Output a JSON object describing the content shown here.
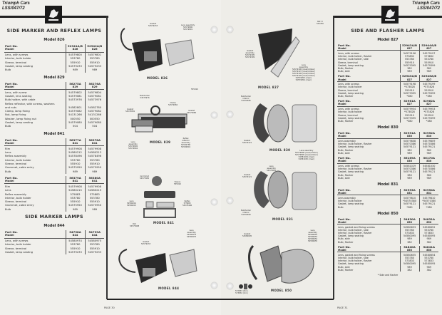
{
  "header": {
    "brand": "Triumph Cars",
    "code": "LSS/047/72"
  },
  "left": {
    "page": "PAGE 30",
    "blocks": [
      {
        "section": "SIDE MARKER AND REFLEX LAMPS"
      },
      {
        "model": "Model 826",
        "labels": [
          "Part No.",
          "Model"
        ],
        "cols": [
          [
            "52941A/B",
            "826"
          ],
          [
            "52942A/B",
            "826"
          ]
        ],
        "rows": [
          [
            "Lens, with screws",
            "54579800",
            "54579801"
          ],
          [
            "Interior, bulb holder",
            "553780",
            "553780"
          ],
          [
            "Sleeve, terminal",
            "555910",
            "555910"
          ],
          [
            "Gasket, lamp seating",
            "54579233",
            "54579233"
          ],
          [
            "Bulb",
            "989",
            "989"
          ]
        ]
      },
      {
        "model": "Model 829",
        "labels": [
          "Part No.",
          "Model"
        ],
        "cols": [
          [
            "56275A",
            "829"
          ],
          [
            "56276A",
            "829"
          ]
        ],
        "rows": [
          [
            "Lens, with screw",
            "54579802",
            "54579804"
          ],
          [
            "Gasket, lens seating",
            "54579081",
            "54579081"
          ],
          [
            "Bulb holder, with cable",
            "54573976",
            "54573976"
          ],
          [
            "Reflex reflector, with screws, washers",
            "",
            ""
          ],
          [
            "  and nuts",
            "54582801",
            "54582780"
          ],
          [
            "Clamp, lamp fixing",
            "54579082",
            "54579082"
          ],
          [
            "Nut, lamp fixing",
            "54131266",
            "54131266"
          ],
          [
            "Washer, lamp fixing nut",
            "000550",
            "000550"
          ],
          [
            "Gasket, lamp seating",
            "54579080",
            "54579080"
          ],
          [
            "Bulb",
            "504",
            "504"
          ]
        ]
      },
      {
        "model": "Model 841",
        "labels": [
          "Part No.",
          "Model"
        ],
        "cols": [
          [
            "56377A",
            "841"
          ],
          [
            "56378A",
            "841"
          ]
        ],
        "rows": [
          [
            "Rim",
            "54579908",
            "54579908"
          ],
          [
            "Lens",
            "54580212",
            "54580213"
          ],
          [
            "Reflex assembly",
            "54578496",
            "54578496"
          ],
          [
            "Interior, bulb holder",
            "553780",
            "553780"
          ],
          [
            "Sleeve, terminal",
            "555910",
            "555910"
          ],
          [
            "Grommet, cable entry",
            "54575950",
            "54575950"
          ],
          [
            "Bulb",
            "989",
            "989"
          ]
        ]
      },
      {
        "labels": [
          "Part No.",
          "Model"
        ],
        "cols": [
          [
            "56379A",
            "841"
          ],
          [
            "56380A",
            "841"
          ]
        ],
        "rows": [
          [
            "Rim",
            "54579908",
            "54579908"
          ],
          [
            "Lens",
            "54580215",
            "54580215"
          ],
          [
            "Reflex assembly",
            "575883",
            "575883"
          ],
          [
            "Interior, bulb holder",
            "553780",
            "553780"
          ],
          [
            "Sleeve, terminal",
            "555910",
            "555910"
          ],
          [
            "Grommet, cable entry",
            "54575950",
            "54575950"
          ],
          [
            "Bulb",
            "989",
            "989"
          ]
        ]
      },
      {
        "section": "SIDE MARKER LAMPS"
      },
      {
        "model": "Model 844",
        "labels": [
          "Part No.",
          "Model"
        ],
        "cols": [
          [
            "54798A",
            "844"
          ],
          [
            "54799A",
            "844"
          ]
        ],
        "rows": [
          [
            "Lens, with screws",
            "54580974",
            "54580975"
          ],
          [
            "Interior, bulb holder",
            "553780",
            "553780"
          ],
          [
            "Sleeve, terminal",
            "555910",
            "555910"
          ],
          [
            "Gasket, lamp seating",
            "54579233",
            "54579233"
          ]
        ]
      }
    ]
  },
  "right": {
    "page": "PAGE 31",
    "footnote": "* Side and flasher",
    "blocks": [
      {
        "section": "SIDE AND FLASHER LAMPS"
      },
      {
        "model": "Model 827",
        "labels": [
          "Part No.",
          "Model"
        ],
        "cols": [
          [
            "52943A/B",
            "827"
          ],
          [
            "52944A/B",
            "827"
          ]
        ],
        "rows": [
          [
            "Lens, with screws",
            "54579196",
            "54579197"
          ],
          [
            "Interior, bulb holder, flasher",
            "573832",
            "573832"
          ],
          [
            "Interior, bulb holder, side",
            "553780",
            "553780"
          ],
          [
            "Sleeve, terminal",
            "555910",
            "555910"
          ],
          [
            "Gasket, lamp seating",
            "54579395",
            "54579399"
          ],
          [
            "Bulb, flasher",
            "382",
            "382"
          ],
          [
            "Bulb, side",
            "989",
            "989"
          ]
        ]
      },
      {
        "labels": [
          "Part No.",
          "Model"
        ],
        "cols": [
          [
            "52945A/B",
            "827"
          ],
          [
            "52946A/B",
            "827"
          ]
        ],
        "rows": [
          [
            "Lens, with screws",
            "54579198",
            "54579199"
          ],
          [
            "Interior, bulb holder",
            "*573828",
            "*573828"
          ],
          [
            "Sleeve, terminal",
            "555910",
            "555910"
          ],
          [
            "Gasket, lamp seating",
            "54579395",
            "54579399"
          ],
          [
            "Bulb, flasher",
            "*380",
            "*380"
          ]
        ]
      },
      {
        "labels": [
          "Part No.",
          "Model"
        ],
        "cols": [
          [
            "52961A",
            "827"
          ],
          [
            "52962A",
            "827"
          ]
        ],
        "rows": [
          [
            "Lens, with screws",
            "54579954",
            "54579953"
          ],
          [
            "Interior, bulb holder",
            "*573828",
            "*573828"
          ],
          [
            "Sleeve, terminal",
            "555910",
            "555910"
          ],
          [
            "Gasket, lamp seating",
            "54579395",
            "54579399"
          ],
          [
            "Bulb, flasher",
            "*380",
            "*380"
          ]
        ]
      },
      {
        "model": "Model 830",
        "labels": [
          "Part No.",
          "Model"
        ],
        "cols": [
          [
            "52951A",
            "830"
          ],
          [
            "52952A",
            "830"
          ]
        ],
        "rows": [
          [
            "Lens assembly",
            "54579808",
            "54579809"
          ],
          [
            "Interior, bulb holder, flasher",
            "54570386",
            "54570386"
          ],
          [
            "Gasket, lamp seating",
            "54579121",
            "54579121"
          ],
          [
            "Bulb, flasher",
            "382",
            "382"
          ],
          [
            "Bulb, side",
            "989",
            "989"
          ]
        ]
      },
      {
        "labels": [
          "Part No.",
          "Model"
        ],
        "cols": [
          [
            "56169A",
            "830"
          ],
          [
            "56170A",
            "830"
          ]
        ],
        "rows": [
          [
            "Lens, with screws",
            "54581029",
            "54581030"
          ],
          [
            "Interior, bulb holder, flasher",
            "54570386",
            "54570386"
          ],
          [
            "Gasket, lamp seating",
            "54579121",
            "54579121"
          ],
          [
            "Bulb, flasher",
            "380",
            "380"
          ],
          [
            "Bulb, side",
            "989",
            "989"
          ]
        ]
      },
      {
        "model": "Model 831",
        "labels": [
          "Part No.",
          "Model"
        ],
        "cols": [
          [
            "52953A",
            "831"
          ],
          [
            "52954A",
            "831"
          ]
        ],
        "rows": [
          [
            "Lens assembly",
            "54579810",
            "54579810"
          ],
          [
            "Interior, bulb holder",
            "*54570380",
            "*54570380"
          ],
          [
            "Gasket, lamp seating",
            "54579121",
            "54579121"
          ],
          [
            "Bulb",
            "*380",
            "*380"
          ]
        ]
      },
      {
        "model": "Model 850",
        "labels": [
          "Part No.",
          "Model"
        ],
        "cols": [
          [
            "54830A",
            "850"
          ],
          [
            "54831A",
            "850"
          ]
        ],
        "rows": [
          [
            "Lens, gasket and fixing screws",
            "54580653",
            "54580652"
          ],
          [
            "Interior, bulb holder, side",
            "553780",
            "553780"
          ],
          [
            "Interior, bulb holder, flasher",
            "573833",
            "573833"
          ],
          [
            "Gasket, lamp seating",
            "54580095",
            "54580095"
          ],
          [
            "Bulb, side",
            "989",
            "989"
          ],
          [
            "Bulb, flasher",
            "382",
            "382"
          ]
        ]
      },
      {
        "labels": [
          "Part No.",
          "Model"
        ],
        "cols": [
          [
            "54840A",
            "850"
          ],
          [
            "54841A",
            "850"
          ]
        ],
        "rows": [
          [
            "Lens, gasket and fixing screws",
            "54580655",
            "54580654"
          ],
          [
            "Interior, bulb holder, side",
            "553780",
            "553780"
          ],
          [
            "Interior, bulb holder, flasher",
            "573833",
            "573833"
          ],
          [
            "Gasket, lamp seating",
            "54580095",
            "54580095"
          ],
          [
            "Bulb, side",
            "989",
            "989"
          ],
          [
            "Bulb, flasher",
            "382",
            "382"
          ]
        ]
      }
    ]
  },
  "illustrations": {
    "captions": [
      "MODEL 826",
      "MODEL 829",
      "MODEL 841",
      "MODEL 844",
      "MODEL 827",
      "MODEL 830",
      "MODEL 831",
      "MODEL 850"
    ],
    "labels": {
      "m826_gasket": "Gasket\n54579233",
      "m826_lens": "Lens assembly\n54579800\n54579801",
      "m826_sleeve": "555910",
      "m829_bulbholder": "Bulbholder\n54573976",
      "m829_gasket1": "Gasket\n54579081",
      "m829_clamp": "Clamp\n54579082",
      "m829_gasket2": "Gasket\n54579080",
      "m829_lens": "Lens\nassembly\n54579802\n54579804",
      "m829_reflex": "Reflex\nreflector\nassembly\n54582780\n54582801",
      "m841_grommet": "Grommet\n54575950",
      "m841_sleeve": "Sleeve\n555910",
      "m841_lens": "Lens\n54580212\n54580213",
      "m841_reflex": "Reflex\n575883\n54578496",
      "m841_rim": "Rim\n54579908",
      "m844_gasket": "Gasket\n54579233",
      "m844_lens": "Lens\nassembly\n54580974\n54580975",
      "m827_ref": "Ref. D\n553780",
      "m827_gasket": "Gasket\nassembly\n54579395\n54579399",
      "m827_lens": "Lens\nassembly\n54579196 (clear/amber)\n54579197 (clear/amber)\n54579198 (clear/amber)\n54579199 (clear/amber)\n54579953 (clear)\n54579954 (clear)",
      "m830_bulbholder": "Bulbholder\ninterior\n54570386",
      "m830_gasket": "Gasket\n54579121",
      "m830_lens": "Lens assembly\n54579808 (clear/amber)\n54579809 (clear/amber)\n54581029 (clear)\n54581030 (clear)",
      "m831_lens": "Lens\nassembly\n54579810",
      "m831_gasket": "Gasket\n54579121",
      "m831_bulbholder": "Bulbholder\ninterior\n54570380",
      "m850_gasket": "Gasket\n54580095",
      "m850_lens": "Lens\nassembly\n54580652\n54580653\n54580654\n54580655",
      "m850_bulbs": "573833 (D.C.)\n573832 (S.C.)"
    }
  },
  "colors": {
    "ink": "#222222",
    "paper": "#f1f0ec"
  }
}
